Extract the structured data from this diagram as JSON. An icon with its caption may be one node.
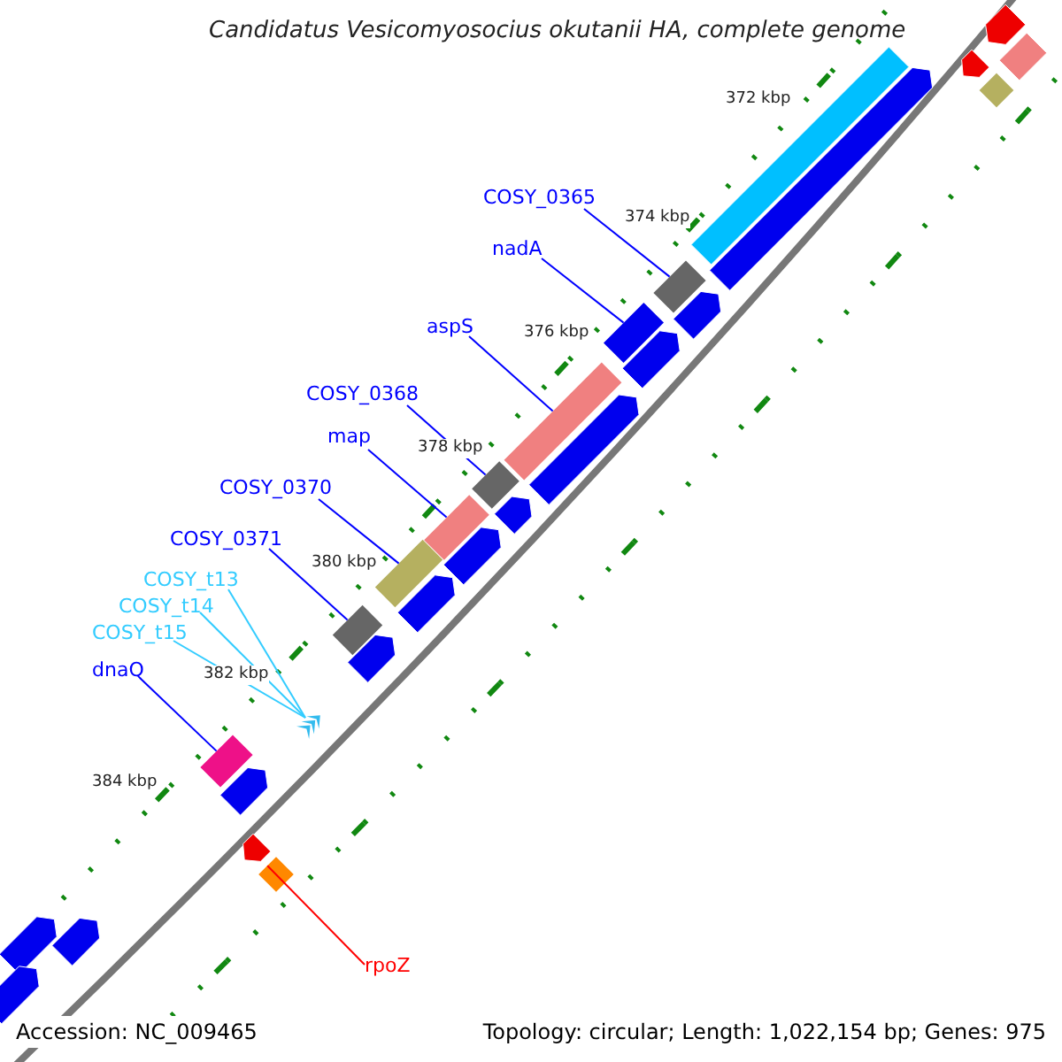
{
  "diagram": {
    "title": "Candidatus Vesicomyosocius okutanii HA, complete genome",
    "nodes": [
      {
        "text": [
          "COSY_0365"
        ]
      },
      {
        "text": [
          "nadA"
        ]
      },
      {
        "text": [
          "aspS"
        ]
      },
      {
        "text": [
          "COSY_0368"
        ]
      },
      {
        "text": [
          "map"
        ]
      },
      {
        "text": [
          "COSY_0370"
        ]
      },
      {
        "text": [
          "COSY_0371"
        ]
      },
      {
        "text": [
          "COSY_t13"
        ]
      },
      {
        "text": [
          "COSY_t14"
        ]
      },
      {
        "text": [
          "COSY_t15"
        ]
      },
      {
        "text": [
          "dnaQ"
        ]
      },
      {
        "text": [
          "rpoZ"
        ]
      },
      {
        "text": [],
        "shape": "bar"
      },
      {
        "text": [],
        "shape": "bar"
      },
      {
        "text": [],
        "shape": "bar"
      },
      {
        "text": [],
        "shape": "bar"
      },
      {
        "text": [],
        "shape": "bar"
      },
      {
        "text": [],
        "shape": "bar"
      },
      {
        "text": [],
        "shape": "bar"
      },
      {
        "text": [],
        "shape": "chevron"
      },
      {
        "text": [],
        "shape": "bar"
      },
      {
        "text": [],
        "shape": "bar"
      }
    ],
    "edges": [
      {
        "from": 0,
        "to": 12,
        "arrow": "none"
      },
      {
        "from": 1,
        "to": 13,
        "arrow": "none"
      },
      {
        "from": 2,
        "to": 14,
        "arrow": "none"
      },
      {
        "from": 3,
        "to": 15,
        "arrow": "none"
      },
      {
        "from": 4,
        "to": 16,
        "arrow": "none"
      },
      {
        "from": 5,
        "to": 17,
        "arrow": "none"
      },
      {
        "from": 6,
        "to": 18,
        "arrow": "none"
      },
      {
        "from": 7,
        "to": 19,
        "arrow": "none",
        "color": "#33ccff"
      },
      {
        "from": 8,
        "to": 19,
        "arrow": "none",
        "color": "#33ccff"
      },
      {
        "from": 9,
        "to": 19,
        "arrow": "none",
        "color": "#33ccff"
      },
      {
        "from": 10,
        "to": 20,
        "arrow": "none"
      },
      {
        "from": 11,
        "to": 21,
        "arrow": "none",
        "color": "#ff0000"
      }
    ],
    "labels": [
      "372 kbp",
      "374 kbp",
      "376 kbp",
      "378 kbp",
      "380 kbp",
      "382 kbp",
      "384 kbp",
      "Accession: NC_009465",
      "Topology: circular; Length: 1,022,154 bp; Genes: 975"
    ]
  }
}
